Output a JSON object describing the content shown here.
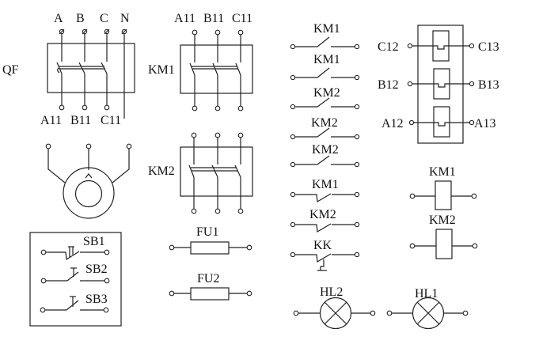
{
  "qf": {
    "label": "QF",
    "inputs": [
      "A",
      "B",
      "C",
      "N"
    ],
    "outputs": [
      "A11",
      "B11",
      "C11"
    ]
  },
  "km1_main": {
    "label": "KM1",
    "inputs": [
      "A11",
      "B11",
      "C11"
    ]
  },
  "km2_main": {
    "label": "KM2"
  },
  "motor": {
    "symbol": "three-phase-motor",
    "winding": "star"
  },
  "buttons": [
    {
      "label": "SB1",
      "type": "normally-closed"
    },
    {
      "label": "SB2",
      "type": "normally-open"
    },
    {
      "label": "SB3",
      "type": "normally-open"
    }
  ],
  "fuses": [
    {
      "label": "FU1"
    },
    {
      "label": "FU2"
    }
  ],
  "contacts_no": [
    {
      "label": "KM1"
    },
    {
      "label": "KM1"
    },
    {
      "label": "KM2"
    },
    {
      "label": "KM2"
    },
    {
      "label": "KM2"
    }
  ],
  "contacts_nc": [
    {
      "label": "KM1"
    },
    {
      "label": "KM2"
    },
    {
      "label": "KK"
    }
  ],
  "thermal_relay": {
    "rows": [
      {
        "left": "C12",
        "right": "C13"
      },
      {
        "left": "B12",
        "right": "B13"
      },
      {
        "left": "A12",
        "right": "A13"
      }
    ]
  },
  "coils": [
    {
      "label": "KM1"
    },
    {
      "label": "KM2"
    }
  ],
  "lamps": [
    {
      "label": "HL2"
    },
    {
      "label": "HL1"
    }
  ]
}
